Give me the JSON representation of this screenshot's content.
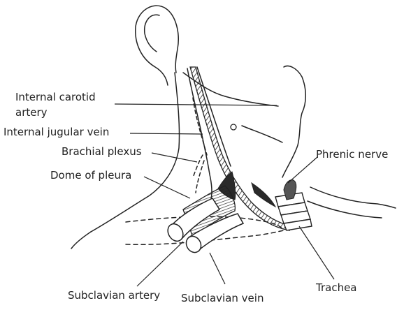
{
  "labels": {
    "internal_carotid_artery": "Internal carotid artery",
    "internal_jugular_vein": "Internal jugular vein",
    "brachial_plexus": "Brachial plexus",
    "dome_of_pleura": "Dome of pleura",
    "phrenic_nerve": "Phrenic nerve",
    "subclavian_artery": "Subclavian artery",
    "subclavian_vein": "Subclavian vein",
    "trachea": "Trachea"
  },
  "colors": {
    "outline": "#222222",
    "fill_dark": "#2a2a2a",
    "fill_grey": "#555555",
    "background": "#ffffff"
  }
}
